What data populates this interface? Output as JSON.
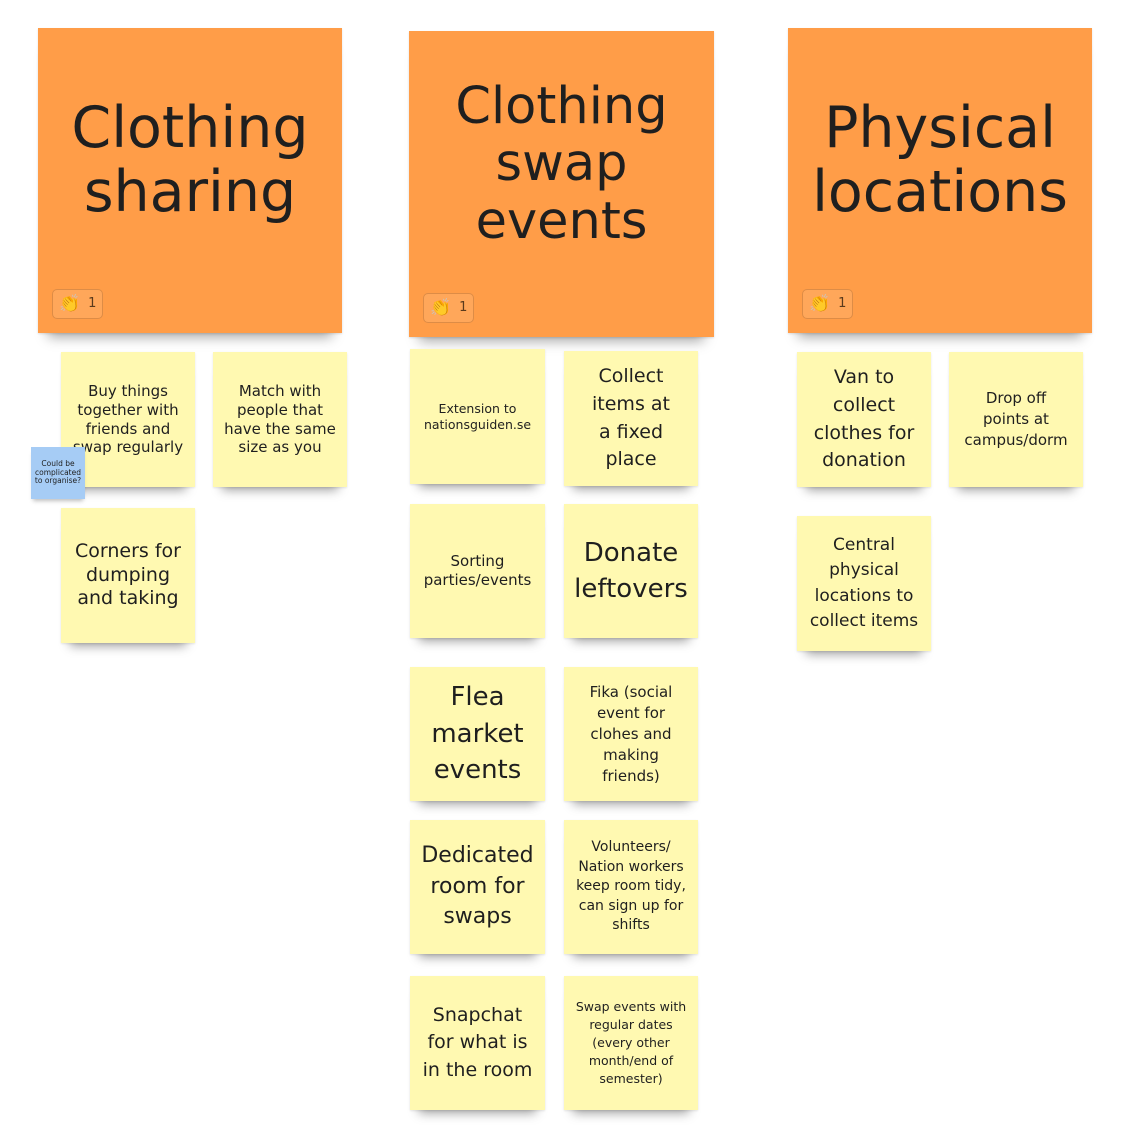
{
  "reaction": {
    "emoji": "👏",
    "count": "1"
  },
  "headers": [
    {
      "text": "Clothing sharing"
    },
    {
      "text": "Clothing swap events"
    },
    {
      "text": "Physical locations"
    }
  ],
  "notes": {
    "buy_together": "Buy things together with friends and swap regularly",
    "match_size": "Match with people that have the same size as you",
    "comment_complicated": "Could be complicated to organise?",
    "corners": "Corners for dumping and taking",
    "extension": "Extension to nationsguiden.se",
    "collect_fixed": "Collect items at a fixed place",
    "sorting": "Sorting parties/events",
    "donate": "Donate leftovers",
    "flea": "Flea market events",
    "fika": "Fika (social event for clohes and making friends)",
    "dedicated_room": "Dedicated room for swaps",
    "volunteers": "Volunteers/ Nation workers keep room tidy, can sign up for shifts",
    "snapchat": "Snapchat for what is in the room",
    "swap_dates": "Swap events with regular dates (every other month/end of semester)",
    "van": "Van to collect clothes for donation",
    "drop_off": "Drop off points at campus/dorm",
    "central": "Central physical locations to collect items"
  }
}
